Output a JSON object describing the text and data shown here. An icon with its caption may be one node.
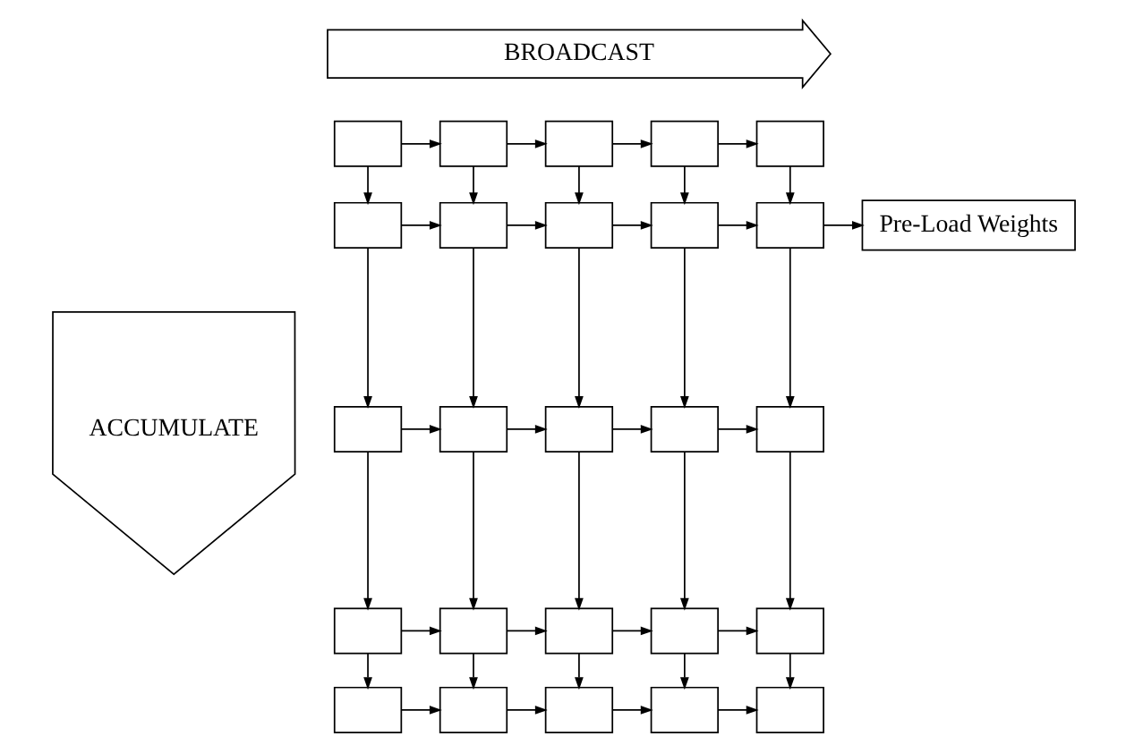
{
  "diagram": {
    "nodes": [
      {
        "text": [
          "BROADCAST"
        ]
      },
      {
        "text": [
          "ACCUMULATE"
        ]
      },
      {
        "text": [],
        "shape": "box"
      },
      {
        "text": [],
        "shape": "box"
      },
      {
        "text": [],
        "shape": "box"
      },
      {
        "text": [],
        "shape": "box"
      },
      {
        "text": [],
        "shape": "box"
      },
      {
        "text": [],
        "shape": "box"
      },
      {
        "text": [],
        "shape": "box"
      },
      {
        "text": [],
        "shape": "box"
      },
      {
        "text": [],
        "shape": "box"
      },
      {
        "text": [],
        "shape": "box"
      },
      {
        "text": [],
        "shape": "box"
      },
      {
        "text": [],
        "shape": "box"
      },
      {
        "text": [],
        "shape": "box"
      },
      {
        "text": [],
        "shape": "box"
      },
      {
        "text": [],
        "shape": "box"
      },
      {
        "text": [],
        "shape": "box"
      },
      {
        "text": [],
        "shape": "box"
      },
      {
        "text": [],
        "shape": "box"
      },
      {
        "text": [],
        "shape": "box"
      },
      {
        "text": [],
        "shape": "box"
      },
      {
        "text": [],
        "shape": "box"
      },
      {
        "text": [],
        "shape": "box"
      },
      {
        "text": [],
        "shape": "box"
      },
      {
        "text": [],
        "shape": "box"
      },
      {
        "text": [],
        "shape": "box"
      },
      {
        "text": [
          "Pre-Load Weights"
        ]
      }
    ],
    "edges": [
      {
        "from": 2,
        "to": 3,
        "arrow": "to"
      },
      {
        "from": 3,
        "to": 4,
        "arrow": "to"
      },
      {
        "from": 4,
        "to": 5,
        "arrow": "to"
      },
      {
        "from": 5,
        "to": 6,
        "arrow": "to"
      },
      {
        "from": 7,
        "to": 8,
        "arrow": "to"
      },
      {
        "from": 8,
        "to": 9,
        "arrow": "to"
      },
      {
        "from": 9,
        "to": 10,
        "arrow": "to"
      },
      {
        "from": 10,
        "to": 11,
        "arrow": "to"
      },
      {
        "from": 12,
        "to": 13,
        "arrow": "to"
      },
      {
        "from": 13,
        "to": 14,
        "arrow": "to"
      },
      {
        "from": 14,
        "to": 15,
        "arrow": "to"
      },
      {
        "from": 15,
        "to": 16,
        "arrow": "to"
      },
      {
        "from": 17,
        "to": 18,
        "arrow": "to"
      },
      {
        "from": 18,
        "to": 19,
        "arrow": "to"
      },
      {
        "from": 19,
        "to": 20,
        "arrow": "to"
      },
      {
        "from": 20,
        "to": 21,
        "arrow": "to"
      },
      {
        "from": 22,
        "to": 23,
        "arrow": "to"
      },
      {
        "from": 23,
        "to": 24,
        "arrow": "to"
      },
      {
        "from": 24,
        "to": 25,
        "arrow": "to"
      },
      {
        "from": 25,
        "to": 26,
        "arrow": "to"
      },
      {
        "from": 2,
        "to": 7,
        "arrow": "to"
      },
      {
        "from": 7,
        "to": 12,
        "arrow": "to"
      },
      {
        "from": 12,
        "to": 17,
        "arrow": "to"
      },
      {
        "from": 17,
        "to": 22,
        "arrow": "to"
      },
      {
        "from": 3,
        "to": 8,
        "arrow": "to"
      },
      {
        "from": 8,
        "to": 13,
        "arrow": "to"
      },
      {
        "from": 13,
        "to": 18,
        "arrow": "to"
      },
      {
        "from": 18,
        "to": 23,
        "arrow": "to"
      },
      {
        "from": 4,
        "to": 9,
        "arrow": "to"
      },
      {
        "from": 9,
        "to": 14,
        "arrow": "to"
      },
      {
        "from": 14,
        "to": 19,
        "arrow": "to"
      },
      {
        "from": 19,
        "to": 24,
        "arrow": "to"
      },
      {
        "from": 5,
        "to": 10,
        "arrow": "to"
      },
      {
        "from": 10,
        "to": 15,
        "arrow": "to"
      },
      {
        "from": 15,
        "to": 20,
        "arrow": "to"
      },
      {
        "from": 20,
        "to": 25,
        "arrow": "to"
      },
      {
        "from": 6,
        "to": 11,
        "arrow": "to"
      },
      {
        "from": 11,
        "to": 16,
        "arrow": "to"
      },
      {
        "from": 16,
        "to": 21,
        "arrow": "to"
      },
      {
        "from": 21,
        "to": 26,
        "arrow": "to"
      },
      {
        "from": 11,
        "to": 27,
        "arrow": "to"
      }
    ]
  }
}
